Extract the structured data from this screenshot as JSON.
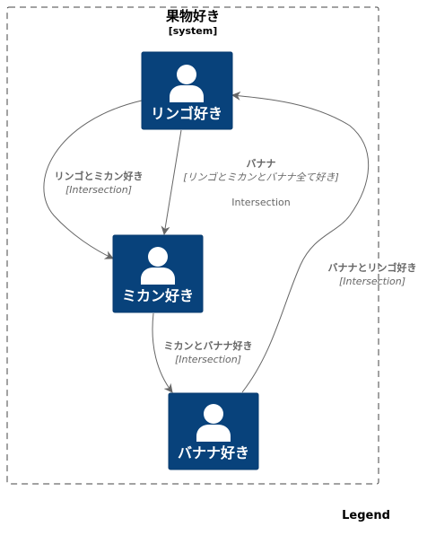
{
  "boundary": {
    "title": "果物好き",
    "type": "[system]"
  },
  "persons": {
    "apple": "リンゴ好き",
    "mikan": "ミカン好き",
    "banana": "バナナ好き"
  },
  "relations": {
    "apple_to_mikan": {
      "label": "リンゴとミカン好き",
      "tech": "[Intersection]"
    },
    "apple_down": {
      "label": "バナナ",
      "tech": "[リンゴとミカンとバナナ全て好き]",
      "note": "Intersection"
    },
    "mikan_to_banana": {
      "label": "ミカンとバナナ好き",
      "tech": "[Intersection]"
    },
    "banana_to_apple": {
      "label": "バナナとリンゴ好き",
      "tech": "[Intersection]"
    }
  },
  "legend": {
    "title": "Legend"
  },
  "colors": {
    "person_fill": "#08427b",
    "person_border": "#073b6f",
    "edge": "#666666"
  }
}
